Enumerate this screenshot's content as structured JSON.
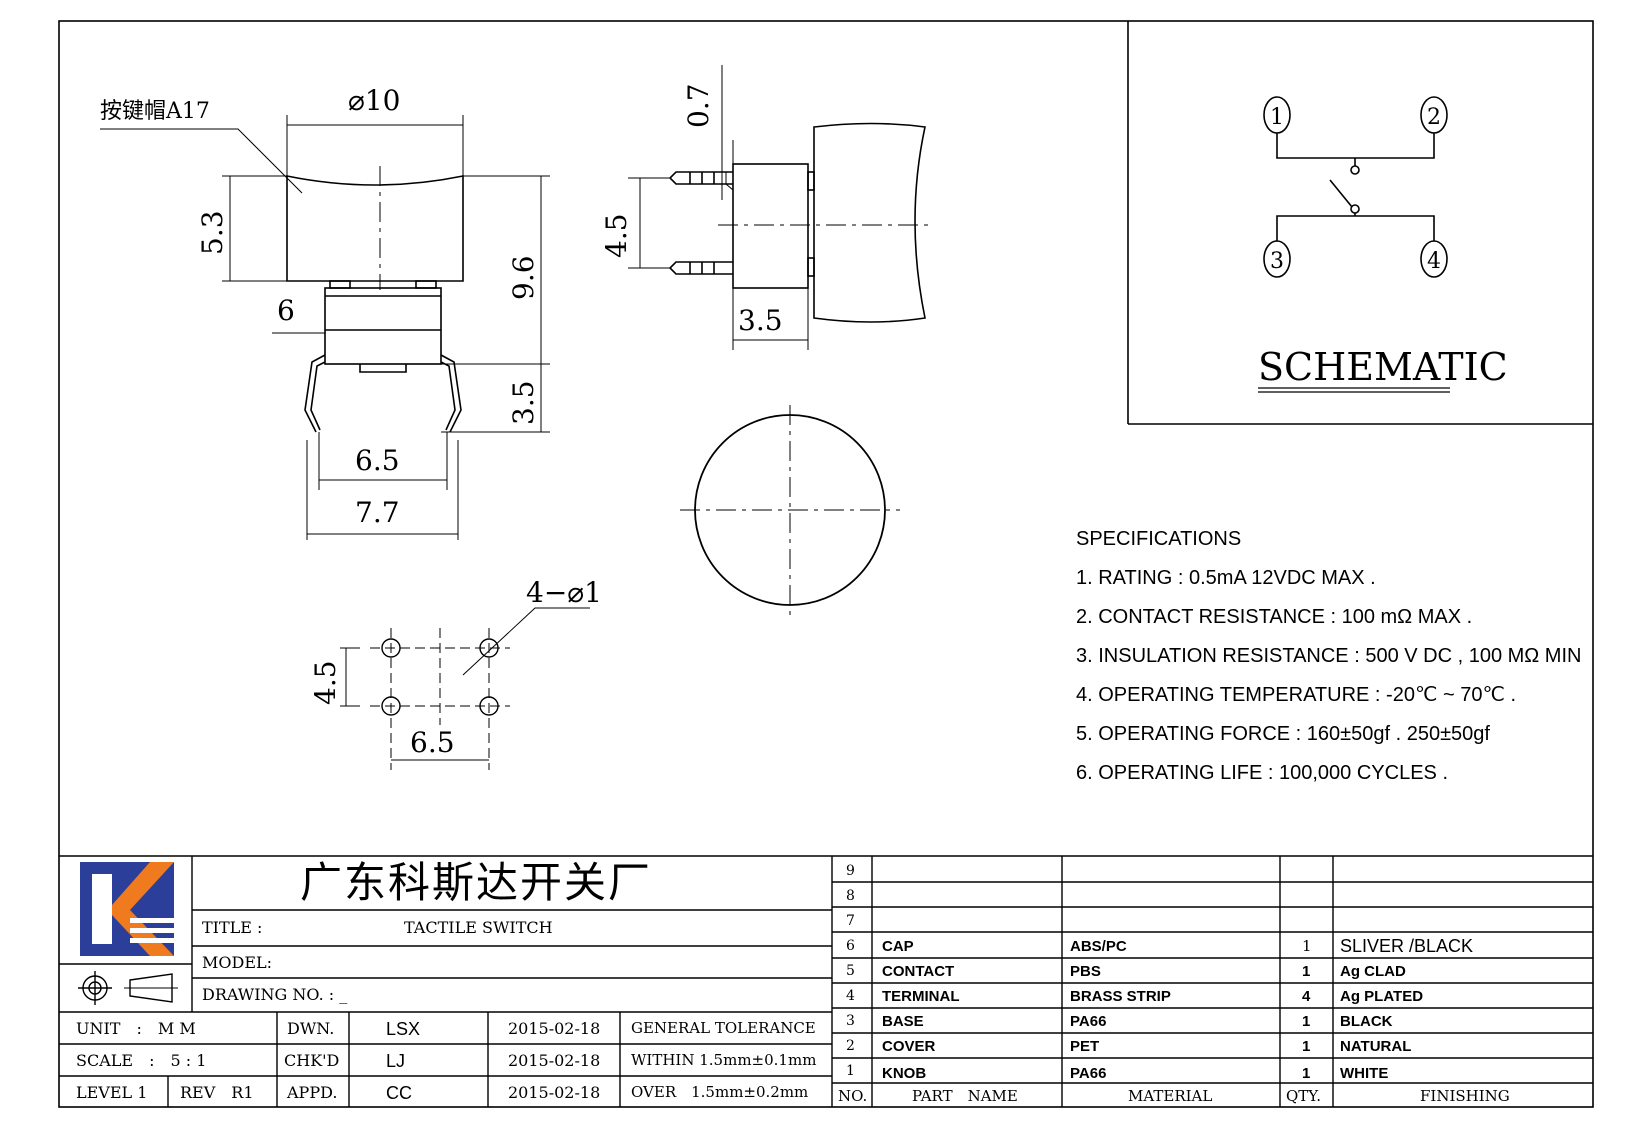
{
  "drawing": {
    "cap_label": "按键帽A17",
    "dims": {
      "cap_diameter": "⌀10",
      "cap_height": "5.3",
      "overall_height": "9.6",
      "body_width": "6",
      "lead_length": "3.5",
      "lead_span": "6.5",
      "outer_span": "7.7",
      "side_top": "0.7",
      "side_span": "4.5",
      "side_depth": "3.5",
      "hole_spec": "4−⌀1",
      "hole_v": "4.5",
      "hole_h": "6.5"
    },
    "pins": [
      "1",
      "2",
      "3",
      "4"
    ],
    "schematic_title": "SCHEMATIC"
  },
  "specifications": {
    "heading": "SPECIFICATIONS",
    "items": [
      "1. RATING : 0.5mA 12VDC MAX .",
      "2. CONTACT RESISTANCE : 100 mΩ MAX .",
      "3. INSULATION RESISTANCE : 500 V DC , 100 MΩ MIN",
      "4. OPERATING TEMPERATURE : -20℃ ~ 70℃ .",
      "5. OPERATING FORCE : 160±50gf . 250±50gf",
      "6. OPERATING LIFE : 100,000 CYCLES ."
    ]
  },
  "title_block": {
    "company": "广东科斯达开关厂",
    "title_label": "TITLE :",
    "title_value": "TACTILE SWITCH",
    "model_label": "MODEL:",
    "drawing_no_label": "DRAWING NO. : _",
    "unit_label": "UNIT　:　M M",
    "scale_label": "SCALE　:　5 : 1",
    "level_label": "LEVEL 1",
    "rev_label": "REV　R1",
    "dwn_label": "DWN.",
    "chk_label": "CHK'D",
    "appd_label": "APPD.",
    "dwn_name": "LSX",
    "chk_name": "LJ",
    "appd_name": "CC",
    "dwn_date": "2015-02-18",
    "chk_date": "2015-02-18",
    "appd_date": "2015-02-18",
    "tol_head": "GENERAL TOLERANCE",
    "tol_within": "WITHIN 1.5mm±0.1mm",
    "tol_over": "OVER　1.5mm±0.2mm"
  },
  "bom": {
    "headers": {
      "no": "NO.",
      "part": "PART　NAME",
      "material": "MATERIAL",
      "qty": "QTY.",
      "finishing": "FINISHING"
    },
    "empty_rows": [
      "9",
      "8",
      "7"
    ],
    "rows": [
      {
        "no": "6",
        "part": "CAP",
        "material": "ABS/PC",
        "qty": "1",
        "finishing": "SLIVER /BLACK"
      },
      {
        "no": "5",
        "part": "CONTACT",
        "material": "PBS",
        "qty": "1",
        "finishing": "Ag CLAD"
      },
      {
        "no": "4",
        "part": "TERMINAL",
        "material": "BRASS STRIP",
        "qty": "4",
        "finishing": "Ag PLATED"
      },
      {
        "no": "3",
        "part": "BASE",
        "material": "PA66",
        "qty": "1",
        "finishing": "BLACK"
      },
      {
        "no": "2",
        "part": "COVER",
        "material": "PET",
        "qty": "1",
        "finishing": "NATURAL"
      },
      {
        "no": "1",
        "part": "KNOB",
        "material": "PA66",
        "qty": "1",
        "finishing": "WHITE"
      }
    ]
  },
  "colors": {
    "logo_blue": "#2b3f9a",
    "logo_orange": "#f07a1e"
  }
}
